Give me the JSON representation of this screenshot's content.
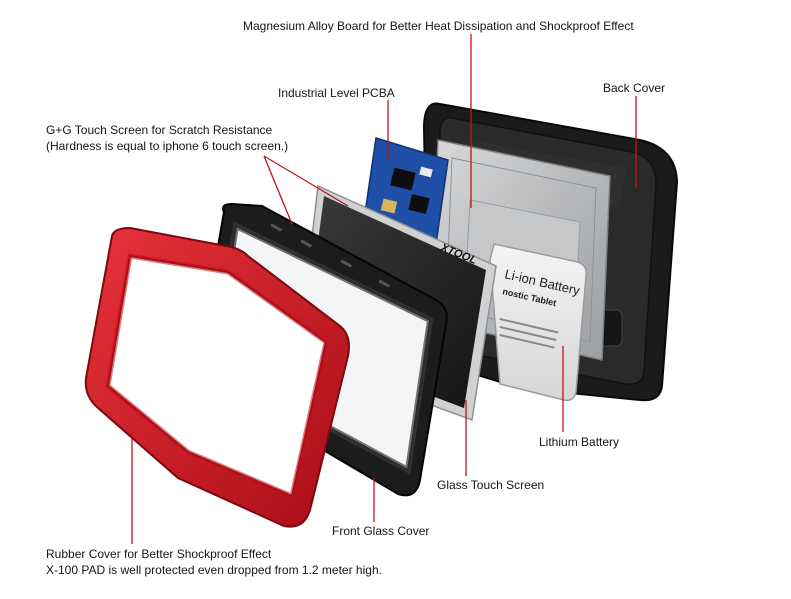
{
  "labels": {
    "magnesium_board": "Magnesium Alloy Board for Better Heat Dissipation and Shockproof Effect",
    "pcba": "Industrial Level PCBA",
    "back_cover": "Back Cover",
    "touch_screen_line1": "G+G Touch Screen for Scratch Resistance",
    "touch_screen_line2": "(Hardness is equal to iphone 6 touch screen.)",
    "lithium_battery": "Lithium Battery",
    "glass_touch_screen": "Glass Touch Screen",
    "front_glass_cover": "Front Glass Cover",
    "rubber_cover_line1": "Rubber Cover for Better Shockproof Effect",
    "rubber_cover_line2": "X-100 PAD is well protected even dropped from 1.2 meter high."
  },
  "product_printing": {
    "brand": "XTOOL",
    "battery_title": "Li-ion Battery",
    "battery_subtitle": "nostic Tablet"
  },
  "colors": {
    "rubber": "#d4131f",
    "frame": "#1a1a1a",
    "leader_line": "#c0151d",
    "pcb": "#1f4fa6"
  }
}
